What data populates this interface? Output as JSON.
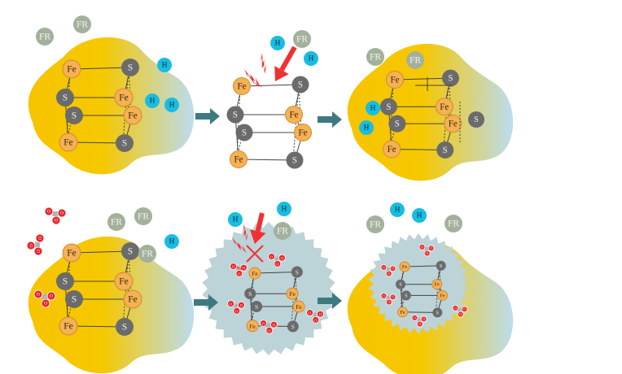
{
  "labels": {
    "fe": "Fe",
    "s": "S",
    "h": "H",
    "fr": "FR",
    "o": "O"
  },
  "colors": {
    "fe": "#f5b153",
    "s": "#6b6b6b",
    "h": "#18bde0",
    "fr": "#a3b19b",
    "o": "#e8262a",
    "c": "#b0b0b0",
    "blob_yellow": "#f7c400",
    "blob_blue": "#bcdcf0",
    "shell": "#bcd3d8",
    "step_arrow": "#3d7a80",
    "attack_arrow": "#f23030"
  }
}
